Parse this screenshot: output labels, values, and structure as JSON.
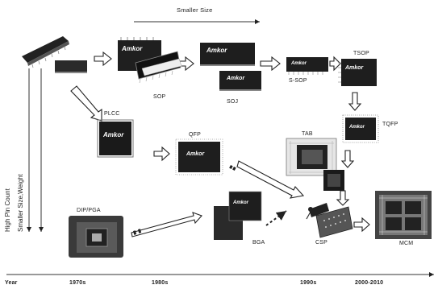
{
  "top_axis": {
    "label": "Smaller Size"
  },
  "left_axes": {
    "pin_count": "High Pin Count",
    "size_weight": "Smaller Size,Weight"
  },
  "packages": {
    "sop": "SOP",
    "soj": "SOJ",
    "ssop": "S-SOP",
    "tsop": "TSOP",
    "tqfp": "TQFP",
    "plcc": "PLCC",
    "qfp": "QFP",
    "tab": "TAB",
    "dippga": "DIP/PGA",
    "bga": "BGA",
    "csp": "CSP",
    "mcm": "MCM"
  },
  "logo_text": "Amkor",
  "timeline": {
    "year_label": "Year",
    "eras": [
      "1970s",
      "1980s",
      "1990s",
      "2000-2010"
    ]
  }
}
